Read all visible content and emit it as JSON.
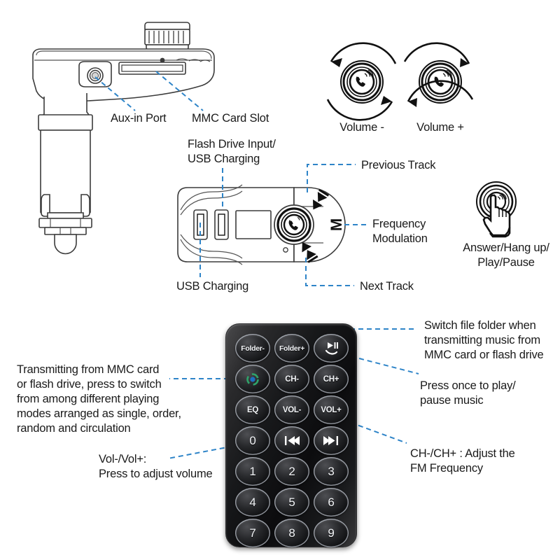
{
  "diagram": {
    "title": "Car FM Transmitter Feature Callout Diagram",
    "accent_color": "#2e84c8",
    "body_color": "#1a1a1a"
  },
  "charger_callouts": {
    "aux_in": "Aux-in Port",
    "mmc_slot": "MMC Card Slot",
    "flash_usb": "Flash Drive Input/\nUSB Charging"
  },
  "volume_controls": [
    {
      "id": "volume-down",
      "label": "Volume -",
      "direction": "counter-clockwise"
    },
    {
      "id": "volume-up",
      "label": "Volume +",
      "direction": "clockwise"
    }
  ],
  "front_panel_callouts": {
    "usb_charging": "USB Charging",
    "previous_track": "Previous Track",
    "next_track": "Next Track",
    "frequency_modulation": "Frequency\nModulation"
  },
  "front_panel_buttons": {
    "prev": "prev-track-icon",
    "mode": "M",
    "next": "next-track-icon",
    "center": "phone-call-icon"
  },
  "hand_icon": {
    "icon": "hand-press-icon",
    "label": "Answer/Hang up/\nPlay/Pause"
  },
  "remote": {
    "rows": [
      [
        {
          "id": "folder-minus",
          "label": "Folder-",
          "type": "text"
        },
        {
          "id": "folder-plus",
          "label": "Folder+",
          "type": "text"
        },
        {
          "id": "play-pause-call",
          "label": "",
          "type": "play-pause-call-icon"
        }
      ],
      [
        {
          "id": "repeat-mode",
          "label": "",
          "type": "repeat-mode-icon"
        },
        {
          "id": "ch-minus",
          "label": "CH-",
          "type": "text"
        },
        {
          "id": "ch-plus",
          "label": "CH+",
          "type": "text"
        }
      ],
      [
        {
          "id": "eq",
          "label": "EQ",
          "type": "text"
        },
        {
          "id": "vol-minus",
          "label": "VOL-",
          "type": "text"
        },
        {
          "id": "vol-plus",
          "label": "VOL+",
          "type": "text"
        }
      ],
      [
        {
          "id": "digit-0",
          "label": "0",
          "type": "num"
        },
        {
          "id": "prev-track",
          "label": "",
          "type": "prev-icon"
        },
        {
          "id": "next-track",
          "label": "",
          "type": "next-icon"
        }
      ],
      [
        {
          "id": "digit-1",
          "label": "1",
          "type": "num"
        },
        {
          "id": "digit-2",
          "label": "2",
          "type": "num"
        },
        {
          "id": "digit-3",
          "label": "3",
          "type": "num"
        }
      ],
      [
        {
          "id": "digit-4",
          "label": "4",
          "type": "num"
        },
        {
          "id": "digit-5",
          "label": "5",
          "type": "num"
        },
        {
          "id": "digit-6",
          "label": "6",
          "type": "num"
        }
      ],
      [
        {
          "id": "digit-7",
          "label": "7",
          "type": "num"
        },
        {
          "id": "digit-8",
          "label": "8",
          "type": "num"
        },
        {
          "id": "digit-9",
          "label": "9",
          "type": "num"
        }
      ]
    ]
  },
  "remote_callouts": {
    "folder_switch": "Switch file folder when\ntransmitting music from\nMMC card or flash drive",
    "play_pause": "Press once to play/\npause music",
    "ch_freq": "CH-/CH+ : Adjust the\nFM Frequency",
    "transmit_mode": "Transmitting from MMC card\nor flash drive, press to switch\nfrom among different playing\nmodes arranged as single, order,\nrandom and circulation",
    "volume_adjust": "Vol-/Vol+:\nPress to adjust volume"
  }
}
